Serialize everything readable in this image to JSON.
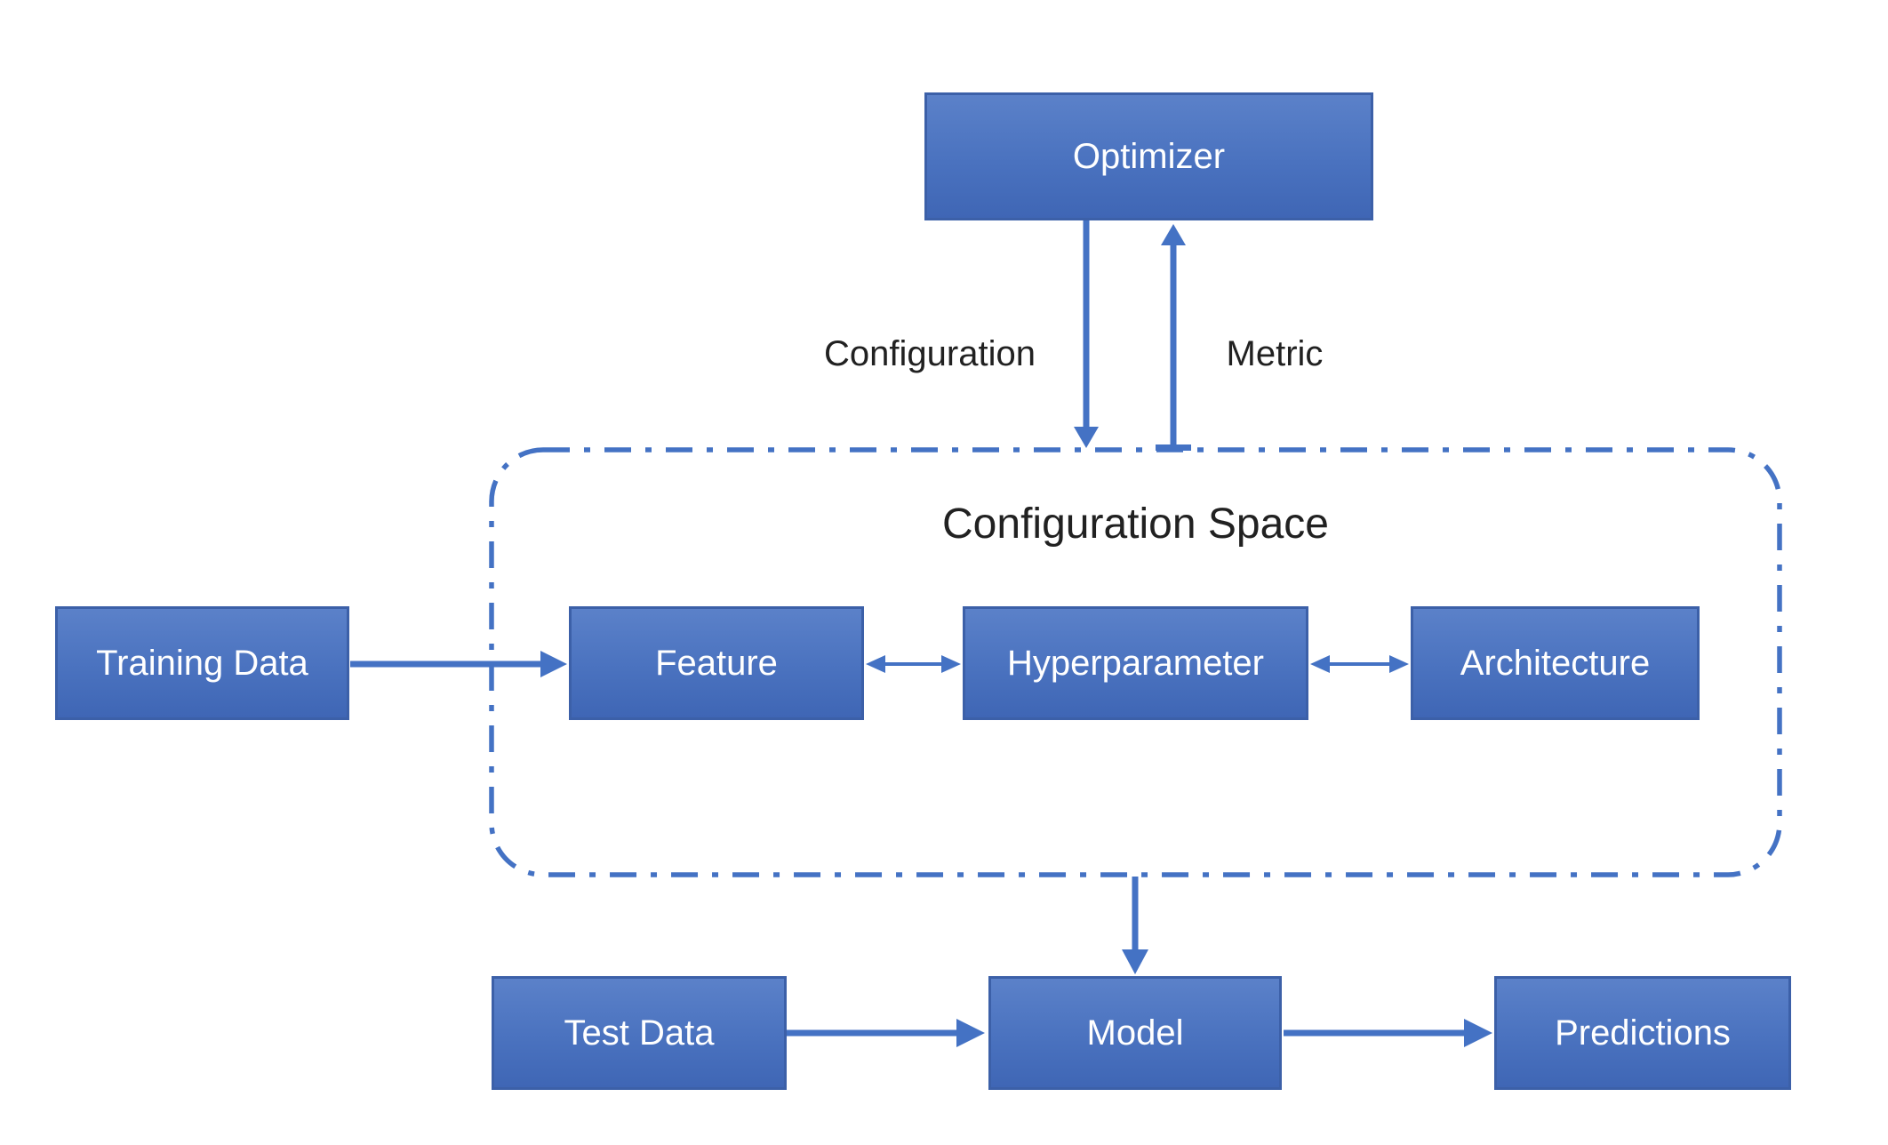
{
  "diagram": {
    "colors": {
      "background": "#ffffff",
      "box_fill_top": "#5b81c9",
      "box_fill_mid": "#4a72bf",
      "box_fill_bottom": "#3f66b5",
      "box_border": "#3c60a8",
      "box_text": "#ffffff",
      "arrow": "#4472c4",
      "container_border": "#4472c4",
      "label_text": "#212121"
    },
    "nodes": {
      "optimizer": {
        "label": "Optimizer"
      },
      "training_data": {
        "label": "Training Data"
      },
      "feature": {
        "label": "Feature"
      },
      "hyperparameter": {
        "label": "Hyperparameter"
      },
      "architecture": {
        "label": "Architecture"
      },
      "test_data": {
        "label": "Test Data"
      },
      "model": {
        "label": "Model"
      },
      "predictions": {
        "label": "Predictions"
      }
    },
    "container": {
      "label": "Configuration Space"
    },
    "edge_labels": {
      "configuration": "Configuration",
      "metric": "Metric"
    }
  }
}
